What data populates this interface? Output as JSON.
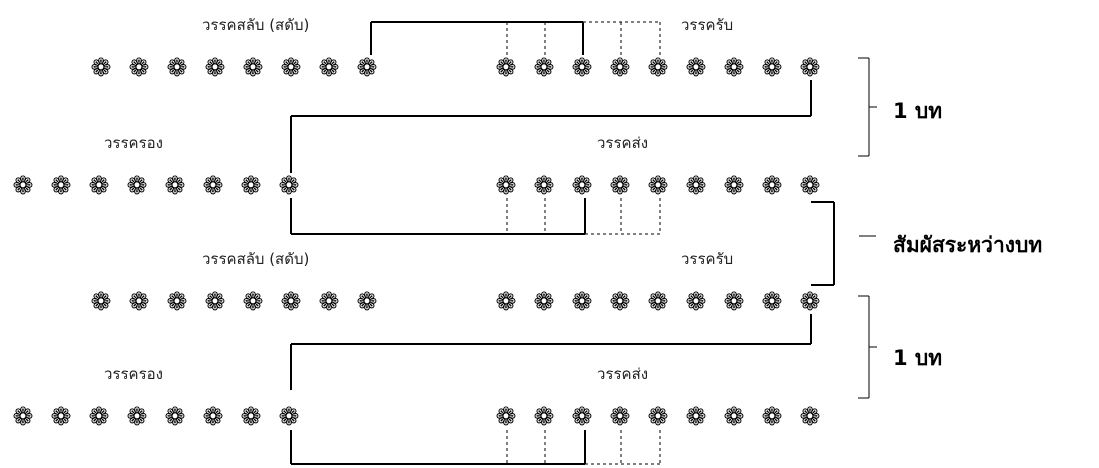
{
  "diagram": {
    "stanzas": [
      {
        "line1": {
          "left_label": "วรรคสลับ (สดับ)",
          "right_label": "วรรครับ",
          "left_count": 8,
          "right_count": 9
        },
        "line2": {
          "left_label": "วรรครอง",
          "right_label": "วรรคส่ง",
          "left_count": 8,
          "right_count": 9
        },
        "side_label": "1 บท"
      },
      {
        "line1": {
          "left_label": "วรรคสลับ (สดับ)",
          "right_label": "วรรครับ",
          "left_count": 8,
          "right_count": 9
        },
        "line2": {
          "left_label": "วรรครอง",
          "right_label": "วรรคส่ง",
          "left_count": 8,
          "right_count": 9
        },
        "side_label": "1 บท"
      }
    ],
    "between_label": "สัมผัสระหว่างบท",
    "syllable_glyph": "❁"
  }
}
